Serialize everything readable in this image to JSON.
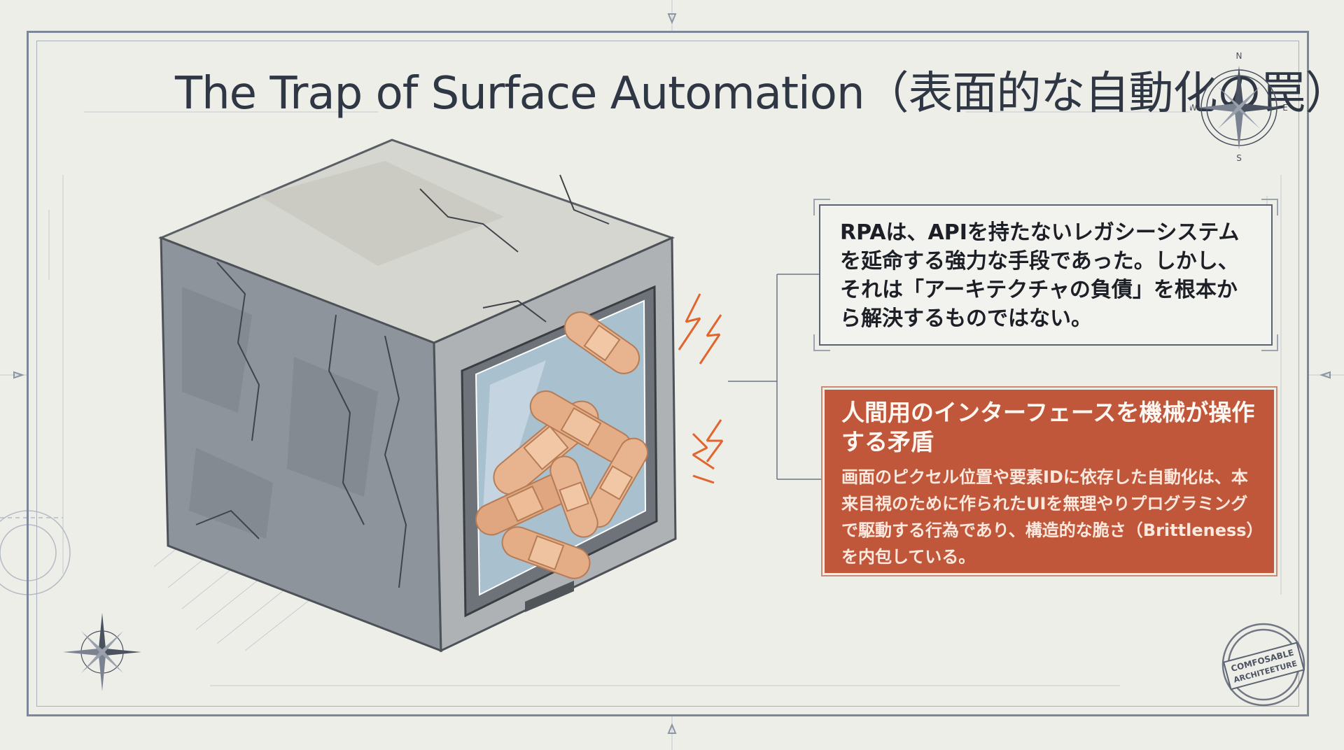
{
  "slide": {
    "title": "The Trap of Surface Automation（表面的な自動化の罠）"
  },
  "callout_top": {
    "text": "RPAは、APIを持たないレガシーシステムを延命する強力な手段であった。しかし、それは「アーキテクチャの負債」を根本から解決するものではない。"
  },
  "callout_accent": {
    "heading": "人間用のインターフェースを機械が操作する矛盾",
    "body": "画面のピクセル位置や要素IDに依存した自動化は、本来目視のために作られたUIを無理やりプログラミングで駆動する行為であり、構造的な脆さ（Brittleness）を内包している。"
  },
  "compass": {
    "n": "N",
    "s": "S",
    "e": "E",
    "w": "W"
  },
  "stamp": {
    "line1": "COMFOSABLE",
    "line2": "ARCHITEETURE"
  },
  "colors": {
    "accent": "#c1573a",
    "frame": "#7d8798",
    "background": "#eeeee9"
  }
}
